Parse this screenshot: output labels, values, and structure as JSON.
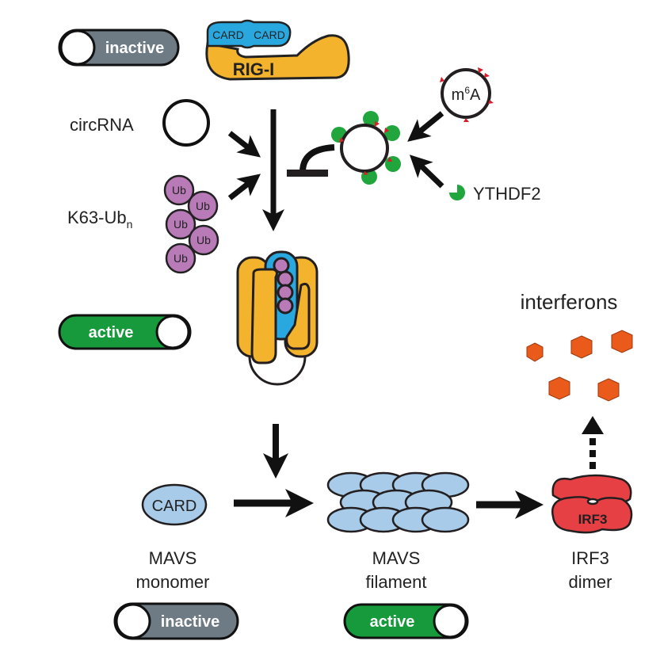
{
  "states": {
    "inactive": "inactive",
    "active": "active"
  },
  "rigi": {
    "name": "RIG-I",
    "domain1": "CARD",
    "domain2": "CARD"
  },
  "ligands": {
    "circrna": "circRNA",
    "ub_base": "K63-Ub",
    "ub_sub": "n",
    "ub_unit": "Ub"
  },
  "modification": {
    "m6a_m": "m",
    "m6a_sup": "6",
    "m6a_a": "A",
    "reader": "YTHDF2"
  },
  "output": {
    "interferons": "interferons"
  },
  "mavs": {
    "monomer_domain": "CARD",
    "monomer_l1": "MAVS",
    "monomer_l2": "monomer",
    "filament_l1": "MAVS",
    "filament_l2": "filament"
  },
  "irf3": {
    "name": "IRF3",
    "l1": "IRF3",
    "l2": "dimer"
  },
  "colors": {
    "inactive": "#6e7b85",
    "active": "#179a3c",
    "rigi": "#f4b32c",
    "card": "#29a8e0",
    "ub": "#b87bb8",
    "ythdf2": "#20a63c",
    "m6a_mark": "#d81e28",
    "mavs": "#a7cbe8",
    "irf3": "#e64045",
    "interferon": "#ea5b1b"
  }
}
